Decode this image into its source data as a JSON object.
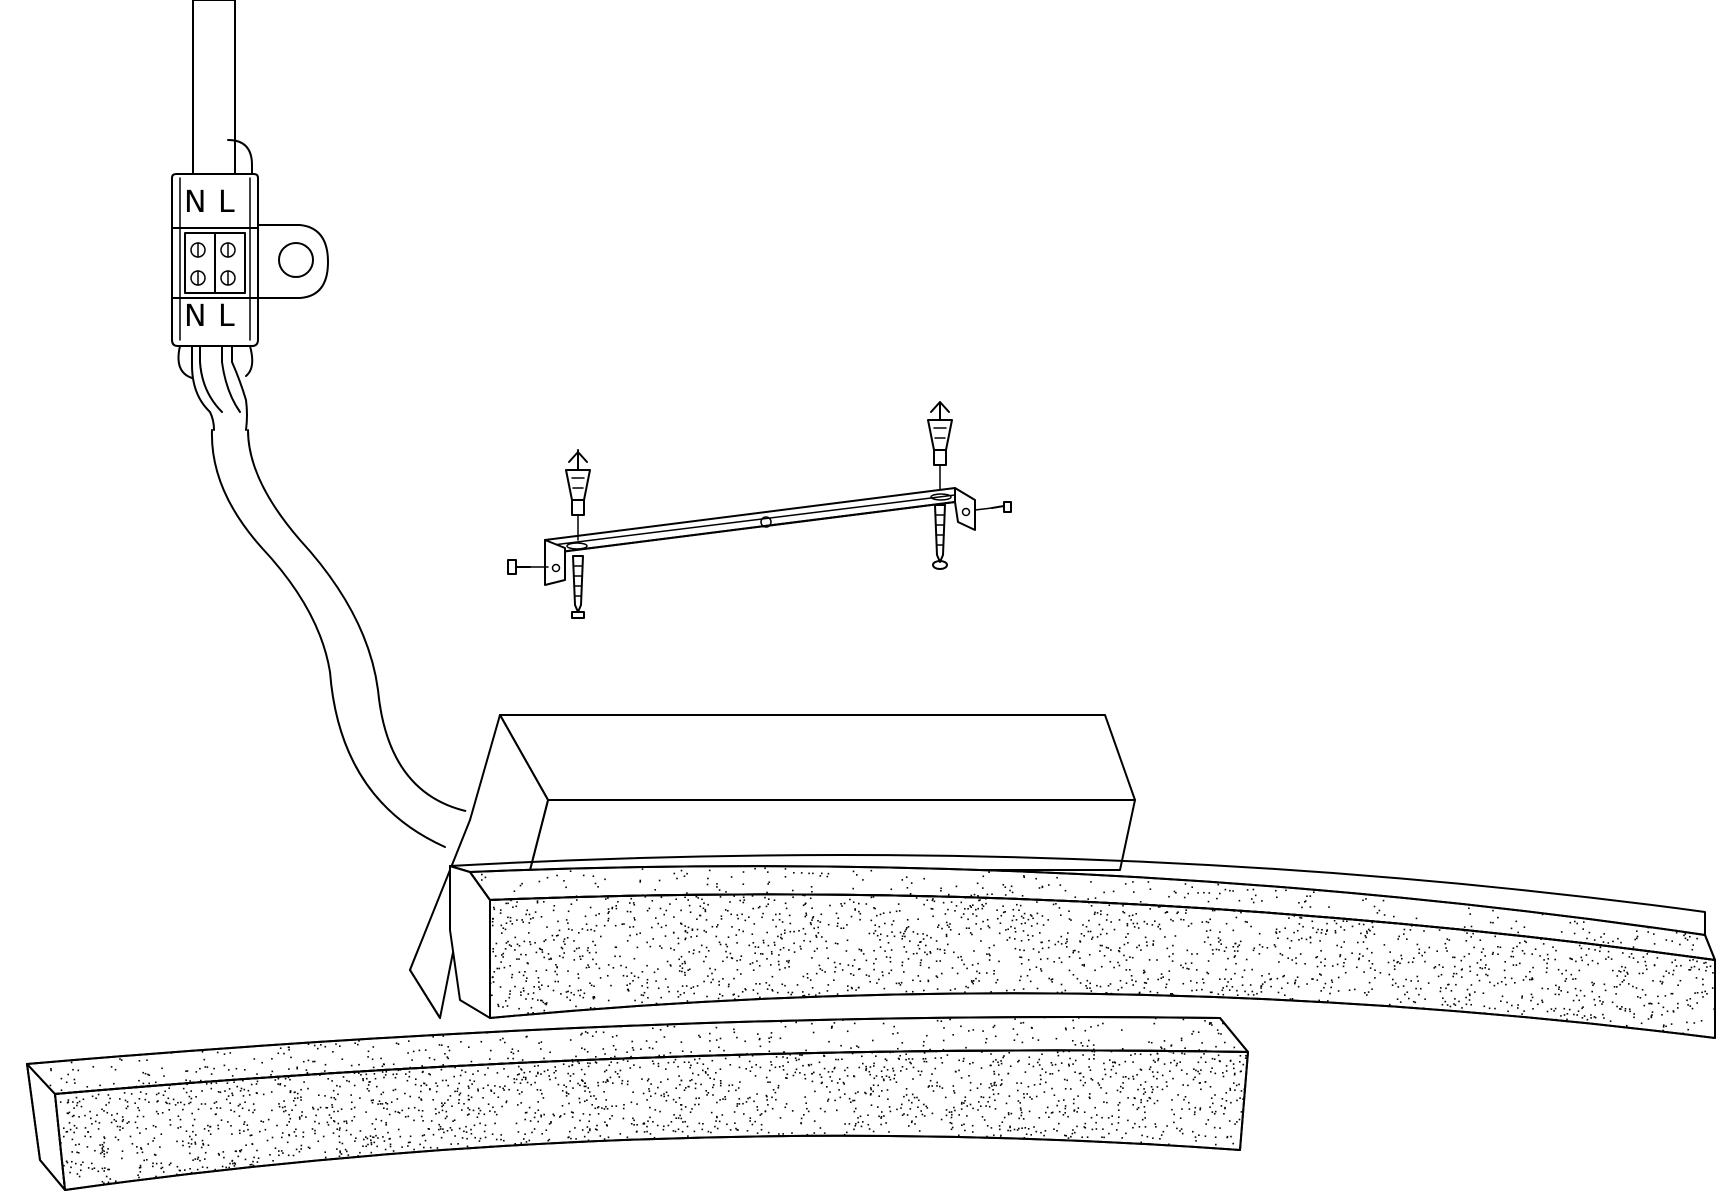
{
  "terminal_block": {
    "top_labels": [
      "N",
      "L"
    ],
    "bottom_labels": [
      "N",
      "L"
    ]
  },
  "colors": {
    "line": "#000000",
    "background": "#ffffff",
    "texture": "#000000"
  },
  "icons": {
    "terminal": "terminal-block-icon",
    "bracket": "mounting-bracket-icon",
    "screw": "screw-icon",
    "wall_plug": "wall-plug-icon"
  }
}
